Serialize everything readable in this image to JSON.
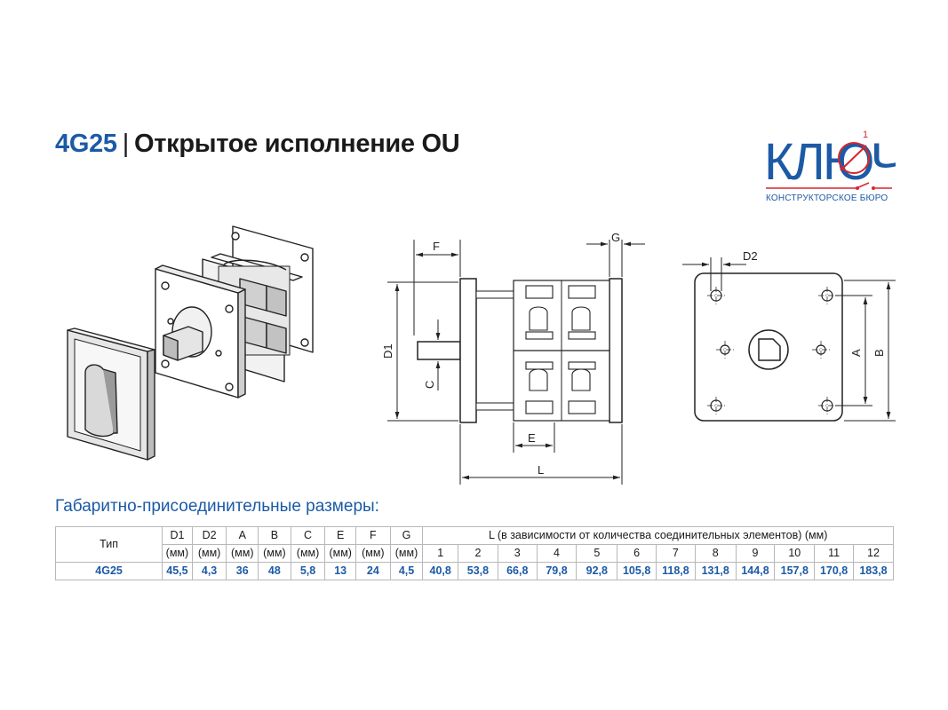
{
  "header": {
    "code": "4G25",
    "separator": "|",
    "title": "Открытое исполнение OU"
  },
  "logo": {
    "word": "КЛЮЧ",
    "subtitle": "КОНСТРУКТОРСКОЕ БЮРО",
    "mark": "1"
  },
  "drawing_labels": {
    "F": "F",
    "G": "G",
    "D1": "D1",
    "C": "C",
    "E": "E",
    "L": "L",
    "D2": "D2",
    "A": "A",
    "B": "B"
  },
  "section": {
    "subtitle": "Габаритно-присоединительные размеры:"
  },
  "table": {
    "type_header": "Тип",
    "dim_headers": [
      "D1",
      "D2",
      "A",
      "B",
      "C",
      "E",
      "F",
      "G"
    ],
    "unit": "(мм)",
    "l_header": "L (в зависимости от количества соединительных элементов) (мм)",
    "l_columns": [
      "1",
      "2",
      "3",
      "4",
      "5",
      "6",
      "7",
      "8",
      "9",
      "10",
      "11",
      "12"
    ],
    "row": {
      "type": "4G25",
      "dims": [
        "45,5",
        "4,3",
        "36",
        "48",
        "5,8",
        "13",
        "24",
        "4,5"
      ],
      "l_values": [
        "40,8",
        "53,8",
        "66,8",
        "79,8",
        "92,8",
        "105,8",
        "118,8",
        "131,8",
        "144,8",
        "157,8",
        "170,8",
        "183,8"
      ]
    }
  },
  "colors": {
    "accent": "#1c5aa6",
    "logo_red": "#d9262c",
    "text": "#1a1a1a"
  }
}
